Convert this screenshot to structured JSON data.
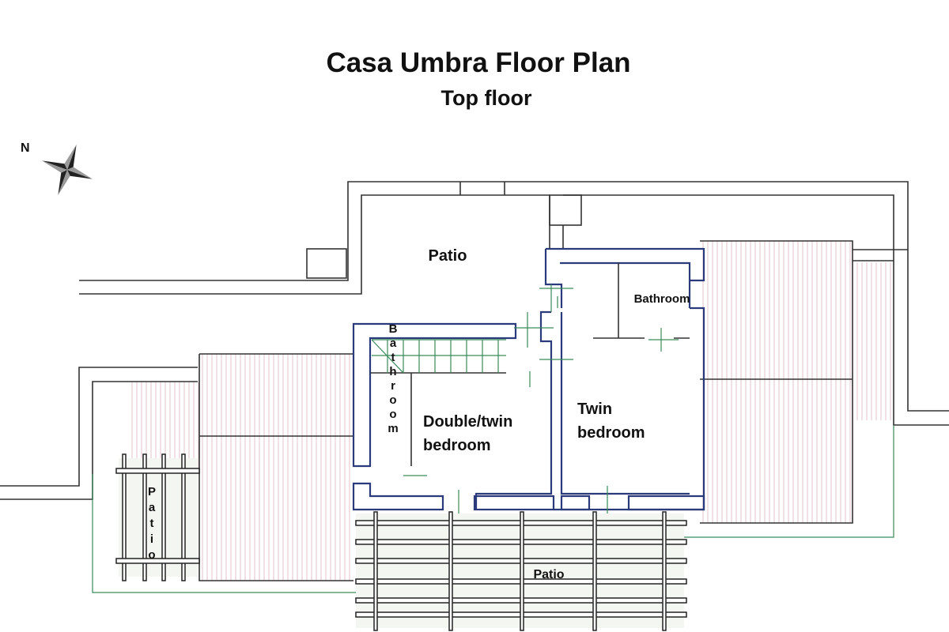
{
  "title": "Casa Umbra Floor Plan",
  "subtitle": "Top floor",
  "compass": {
    "label": "N",
    "icon": "compass-rose-icon"
  },
  "rooms": {
    "patio_top": "Patio",
    "bathroom_right": "Bathroom",
    "bathroom_left": "Bathroom",
    "double_twin_bedroom": [
      "Double/twin",
      "bedroom"
    ],
    "twin_bedroom": [
      "Twin",
      "bedroom"
    ],
    "patio_left": "Patio",
    "patio_bottom": "Patio"
  },
  "colors": {
    "interior_walls": "#2b3a7a",
    "fixtures": "#3a8a5a",
    "roof_hatch": "#d7a9b4"
  }
}
